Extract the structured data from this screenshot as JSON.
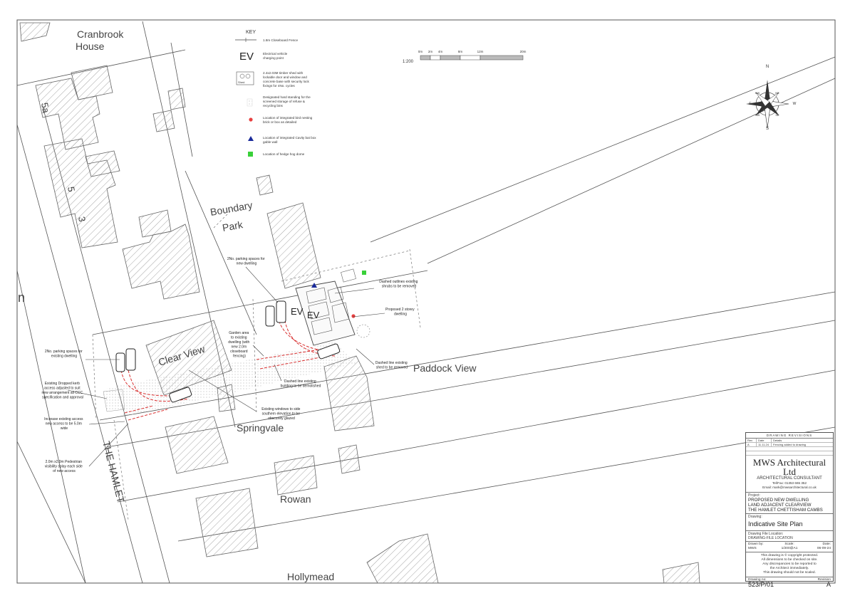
{
  "key": {
    "title": "KEY",
    "items": [
      {
        "text": "1.8m Closeboard Fence"
      },
      {
        "symbol": "EV",
        "lines": [
          "Electrical vehicle",
          "charging point"
        ]
      },
      {
        "symbol": "Shed",
        "lines": [
          "2.4x2.03M timber shed with",
          "lockable door and window and",
          "concrete base with security lock",
          "fixings for 4No. cycles"
        ]
      },
      {
        "lines": [
          "Designated hard standing for the",
          "screened storage of refuse &",
          "recycling bins"
        ]
      },
      {
        "color": "#e84040",
        "lines": [
          "Location of integrated bird nesting",
          "brick or box as detailed"
        ]
      },
      {
        "color": "#1a2a9a",
        "lines": [
          "Location of integrated Cavity bat box",
          "gable wall"
        ]
      },
      {
        "color": "#39d039",
        "lines": [
          "Location of hedge hog dome"
        ]
      }
    ]
  },
  "scale_bar": {
    "ratio": "1:200",
    "ticks": [
      "0m",
      "2m",
      "4m",
      "8m",
      "12m",
      "20m"
    ]
  },
  "north": {
    "labels": [
      "N",
      "S",
      "E",
      "W",
      "NE",
      "NW",
      "SE",
      "SW"
    ]
  },
  "plan": {
    "place_names": [
      "Cranbrook",
      "House",
      "Boundary",
      "Park",
      "Clear View",
      "Paddock View",
      "Springvale",
      "Rowan",
      "Hollymead",
      "THE HAMLET"
    ],
    "house_numbers": [
      "5a",
      "5",
      "3"
    ],
    "edge_fragment": "n",
    "ev_labels": [
      "EV",
      "EV"
    ],
    "annotations": [
      {
        "lines": [
          "2No. parking spaces for",
          "new dwelling"
        ]
      },
      {
        "lines": [
          "Dashed outlines existing",
          "shrubs to be removed"
        ]
      },
      {
        "lines": [
          "Proposed 2 storey",
          "dwelling"
        ]
      },
      {
        "lines": [
          "Garden area",
          "to existing",
          "dwelling (with",
          "new 2.0m",
          "closeboard",
          "fencing)"
        ]
      },
      {
        "lines": [
          "2No. parking spaces for",
          "existing dwelling"
        ]
      },
      {
        "lines": [
          "Dashed line existing",
          "shed to be removed"
        ]
      },
      {
        "lines": [
          "Dashed line existing",
          "building to be demolished"
        ]
      },
      {
        "lines": [
          "Existing Dropped kerb",
          "access adjusted to suit",
          "new arrangement all CCC",
          "specification and approval"
        ]
      },
      {
        "lines": [
          "Existing windows to side",
          "southern elevation to be",
          "obscurely glazed"
        ]
      },
      {
        "lines": [
          "Increase existing access",
          "new access to be 5.0m",
          "wide"
        ]
      },
      {
        "lines": [
          "2.0m x2.0m Pedestrian",
          "visibility splay each side",
          "of new access"
        ]
      }
    ]
  },
  "title_block": {
    "revisions_title": "DRAWING REVISIONS",
    "revision_headers": [
      "Rev",
      "Date",
      "Details"
    ],
    "revision_rows": [
      [
        "A",
        "11.11.24",
        "Fencing added to drawing"
      ]
    ],
    "company": "MWS Architectural Ltd",
    "company_sub": "ARCHITECTURAL CONSULTANT",
    "tel": "Tel/Fax: 01353 665 352",
    "email": "Email: mark@mwsarchitectural.co.uk",
    "project_label": "Project:",
    "project_lines": [
      "PROPOSED NEW DWELLING",
      "LAND ADJACENT CLEARVIEW",
      "THE HAMLET CHETTISHAM CAMBS"
    ],
    "drawing_label": "Drawing:",
    "drawing_title": "Indicative Site Plan",
    "file_label": "Drawing File Location:",
    "file_value": "DRAWING-FILE LOCATION",
    "drawn_label": "Drawn by:",
    "drawn_value": "MWS",
    "scale_label": "Scale:",
    "scale_value": "1/200@A1",
    "date_label": "Date:",
    "date_value": "06-09-24",
    "copyright_lines": [
      "This drawing is © copyright protected.",
      "All dimensions to be checked on site.",
      "Any discrepancies to be reported to",
      "the Architect immediately.",
      "This drawing should not be scaled."
    ],
    "drawing_no_label": "Drawing no:",
    "drawing_no": "523/P/01",
    "revision_label": "Revision",
    "revision_value": "A"
  }
}
